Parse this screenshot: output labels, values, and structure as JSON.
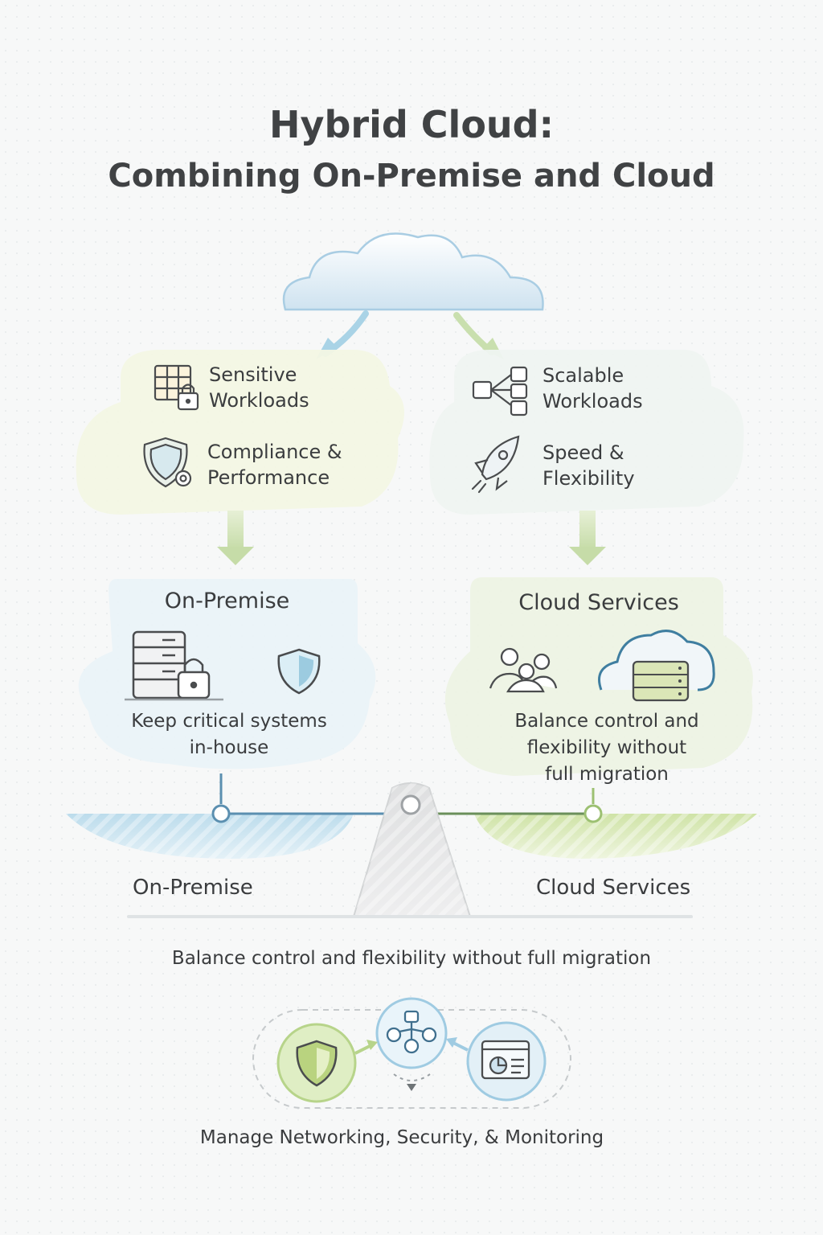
{
  "title": {
    "line1": "Hybrid Cloud:",
    "line2": "Combining On-Premise and Cloud"
  },
  "left_bubble": {
    "items": [
      {
        "icon": "table-lock-icon",
        "label_line1": "Sensitive",
        "label_line2": "Workloads"
      },
      {
        "icon": "shield-gear-icon",
        "label_line1": "Compliance &",
        "label_line2": "Performance"
      }
    ]
  },
  "right_bubble": {
    "items": [
      {
        "icon": "network-nodes-icon",
        "label_line1": "Scalable",
        "label_line2": "Workloads"
      },
      {
        "icon": "rocket-icon",
        "label_line1": "Speed &",
        "label_line2": "Flexibility"
      }
    ]
  },
  "on_premise_panel": {
    "heading": "On-Premise",
    "caption_line1": "Keep critical systems",
    "caption_line2": "in-house",
    "icons": [
      "server-lock-icon",
      "shield-icon"
    ]
  },
  "cloud_panel": {
    "heading": "Cloud Services",
    "caption_line1": "Balance control and",
    "caption_line2": "flexibility without",
    "caption_line3": "full migration",
    "icons": [
      "users-icon",
      "cloud-server-icon"
    ]
  },
  "scale": {
    "left_label": "On-Premise",
    "right_label": "Cloud Services",
    "tagline": "Balance control and flexibility without full migration"
  },
  "management": {
    "icons": [
      "shield-icon",
      "network-hub-icon",
      "dashboard-icon"
    ],
    "caption": "Manage Networking, Security, & Monitoring"
  },
  "colors": {
    "blue_accent": "#8fc3dd",
    "green_accent": "#b7d48a",
    "text": "#3a3c3e"
  }
}
